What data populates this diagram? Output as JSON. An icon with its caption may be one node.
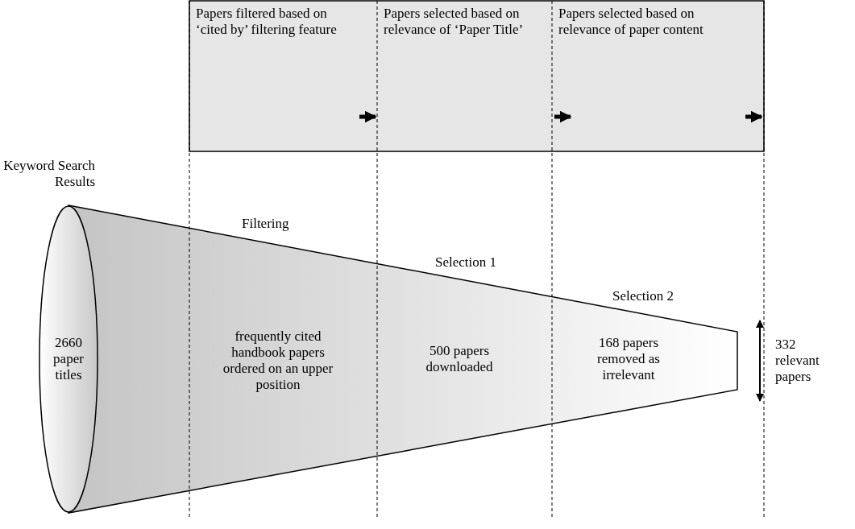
{
  "diagram": {
    "nodes": [
      {
        "text": [
          "Papers filtered based on ‘cited by’ filtering feature"
        ]
      },
      {
        "text": [
          "Papers selected based on relevance of ‘Paper Title’"
        ]
      },
      {
        "text": [
          "Papers selected based on relevance of paper content"
        ]
      },
      {
        "text": [
          "2660 paper titles"
        ]
      }
    ],
    "labels": [
      "Keyword Search Results",
      "Filtering",
      "Selection 1",
      "Selection 2",
      "frequently cited handbook papers ordered on an upper position",
      "500 papers downloaded",
      "168 papers removed as irrelevant",
      "332 relevant papers"
    ]
  }
}
